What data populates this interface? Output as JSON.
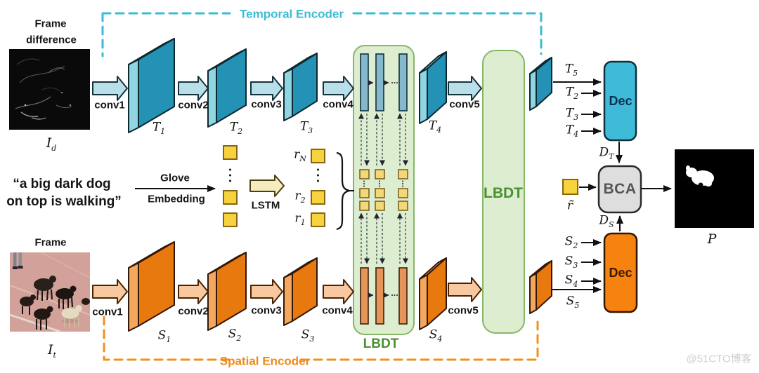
{
  "diagram": {
    "temporal_encoder": "Temporal Encoder",
    "spatial_encoder": "Spatial Encoder",
    "lbdt": "LBDT",
    "frame_difference_line1": "Frame",
    "frame_difference_line2": "difference",
    "frame": "Frame",
    "query_line1": "“a big dark dog",
    "query_line2": "on top is walking”",
    "glove": "Glove",
    "embedding": "Embedding",
    "lstm": "LSTM",
    "conv": [
      "conv1",
      "conv2",
      "conv3",
      "conv4",
      "conv5"
    ],
    "dec": "Dec",
    "bca": "BCA",
    "watermark": "@51CTO博客"
  },
  "math": {
    "T1": {
      "base": "T",
      "sub": "1"
    },
    "T2": {
      "base": "T",
      "sub": "2"
    },
    "T3": {
      "base": "T",
      "sub": "3"
    },
    "T4": {
      "base": "T",
      "sub": "4"
    },
    "T5": {
      "base": "T",
      "sub": "5"
    },
    "S1": {
      "base": "S",
      "sub": "1"
    },
    "S2": {
      "base": "S",
      "sub": "2"
    },
    "S3": {
      "base": "S",
      "sub": "3"
    },
    "S4": {
      "base": "S",
      "sub": "4"
    },
    "S5": {
      "base": "S",
      "sub": "5"
    },
    "Id": {
      "base": "I",
      "sub": "d"
    },
    "It": {
      "base": "I",
      "sub": "t"
    },
    "rN": {
      "base": "r",
      "sub": "N"
    },
    "r2": {
      "base": "r",
      "sub": "2"
    },
    "r1": {
      "base": "r",
      "sub": "1"
    },
    "DT": {
      "base": "D",
      "sub": "T"
    },
    "DS": {
      "base": "D",
      "sub": "S"
    },
    "r_tilde": "r̃",
    "P": "P"
  },
  "colors": {
    "teal_block": "#2492b4",
    "orange_block": "#e8790f",
    "green_lbdt": "#4a9032",
    "temporal_label": "#3bbcd2",
    "spatial_label": "#f0881a",
    "yellow_square": "#f6d23e",
    "dec_temporal": "#3fbbd9",
    "dec_spatial": "#f6820f",
    "bca_fill": "#dcdcdc"
  }
}
